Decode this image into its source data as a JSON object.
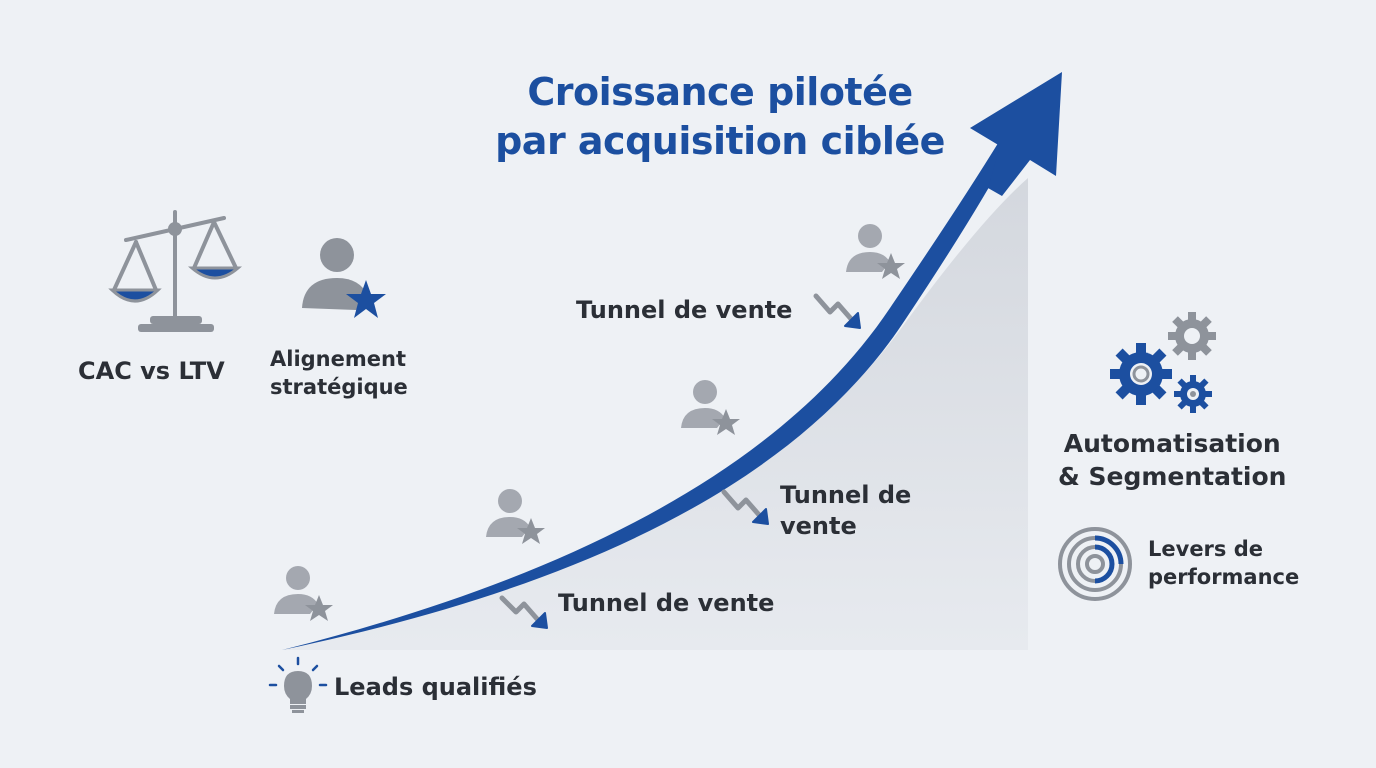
{
  "title": {
    "line1": "Croissance pilotée",
    "line2": "par acquisition ciblée"
  },
  "labels": {
    "cac_ltv": "CAC vs LTV",
    "alignement_line1": "Alignement",
    "alignement_line2": "stratégique",
    "tunnel_top": "Tunnel de vente",
    "tunnel_mid_line1": "Tunnel de",
    "tunnel_mid_line2": "vente",
    "tunnel_low": "Tunnel de vente",
    "leads": "Leads qualifiés",
    "automatisation_line1": "Automatisation",
    "automatisation_line2": "& Segmentation",
    "levers_line1": "Levers de",
    "levers_line2": "performance"
  },
  "colors": {
    "accent": "#1c4fa0",
    "text": "#2b2f36",
    "icon_gray": "#8e939b",
    "background": "#eef1f5"
  },
  "icons": [
    "scales-icon",
    "user-star-icon",
    "gears-icon",
    "target-icon",
    "lightbulb-icon",
    "trend-down-arrow-icon"
  ]
}
